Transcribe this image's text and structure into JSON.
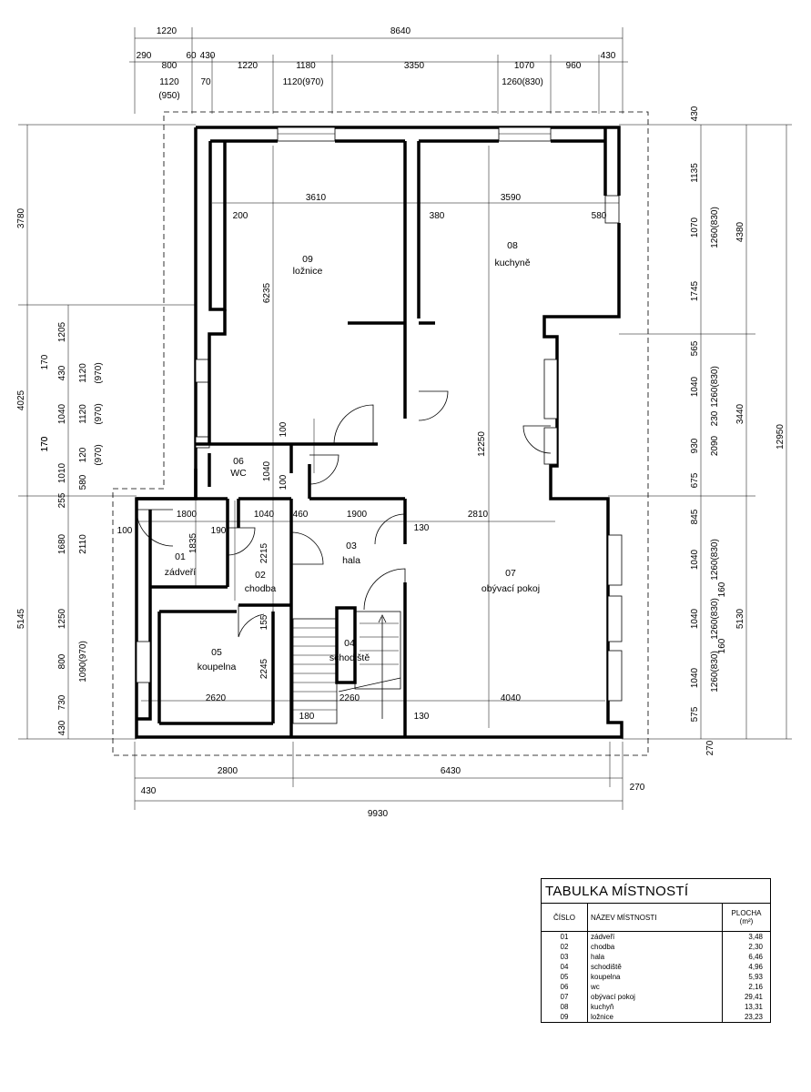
{
  "rooms": [
    {
      "num": "09",
      "name": "ložnice"
    },
    {
      "num": "08",
      "name": "kuchyně"
    },
    {
      "num": "06",
      "name": "WC"
    },
    {
      "num": "01",
      "name": "zádveří"
    },
    {
      "num": "02",
      "name": "chodba"
    },
    {
      "num": "03",
      "name": "hala"
    },
    {
      "num": "04",
      "name": "schodiště"
    },
    {
      "num": "05",
      "name": "koupelna"
    },
    {
      "num": "07",
      "name": "obývací pokoj"
    }
  ],
  "dims": {
    "top": [
      "1220",
      "8640",
      "290",
      "800",
      "60",
      "430",
      "1220",
      "1180",
      "3350",
      "1070",
      "960",
      "430",
      "1120",
      "(950)",
      "70",
      "1120(970)",
      "1260(830)"
    ],
    "bottom": [
      "2800",
      "6430",
      "430",
      "270",
      "9930"
    ],
    "left": [
      "3780",
      "4025",
      "5145",
      "1205",
      "170",
      "430",
      "1120",
      "(970)",
      "170",
      "1040",
      "1120",
      "(970)",
      "170",
      "120",
      "(970)",
      "1010",
      "580",
      "255",
      "1680",
      "2110",
      "1250",
      "800",
      "1090(970)",
      "730",
      "430"
    ],
    "right": [
      "430",
      "1135",
      "1070",
      "1260(830)",
      "1745",
      "565",
      "1040",
      "1260(830)",
      "230",
      "930",
      "2090",
      "675",
      "845",
      "1040",
      "1260(830)",
      "160",
      "1040",
      "1260(830)",
      "160",
      "1040",
      "1260(830)",
      "575",
      "270",
      "4380",
      "3440",
      "5130",
      "12950"
    ],
    "inner": [
      "3610",
      "3590",
      "200",
      "380",
      "580",
      "6235",
      "12250",
      "100",
      "1040",
      "100",
      "1800",
      "100",
      "1835",
      "190",
      "1040",
      "460",
      "1900",
      "130",
      "2810",
      "2215",
      "155",
      "2245",
      "2620",
      "180",
      "2260",
      "130",
      "4040"
    ]
  },
  "table": {
    "title": "TABULKA MÍSTNOSTÍ",
    "headers": {
      "num": "ČÍSLO",
      "name": "NÁZEV MÍSTNOSTI",
      "area_line1": "PLOCHA",
      "area_line2": "(m²)"
    },
    "rows": [
      {
        "num": "01",
        "name": "zádveří",
        "area": "3,48"
      },
      {
        "num": "02",
        "name": "chodba",
        "area": "2,30"
      },
      {
        "num": "03",
        "name": "hala",
        "area": "6,46"
      },
      {
        "num": "04",
        "name": "schodiště",
        "area": "4,96"
      },
      {
        "num": "05",
        "name": "koupelna",
        "area": "5,93"
      },
      {
        "num": "06",
        "name": "wc",
        "area": "2,16"
      },
      {
        "num": "07",
        "name": "obývací pokoj",
        "area": "29,41"
      },
      {
        "num": "08",
        "name": "kuchyň",
        "area": "13,31"
      },
      {
        "num": "09",
        "name": "ložnice",
        "area": "23,23"
      }
    ]
  }
}
